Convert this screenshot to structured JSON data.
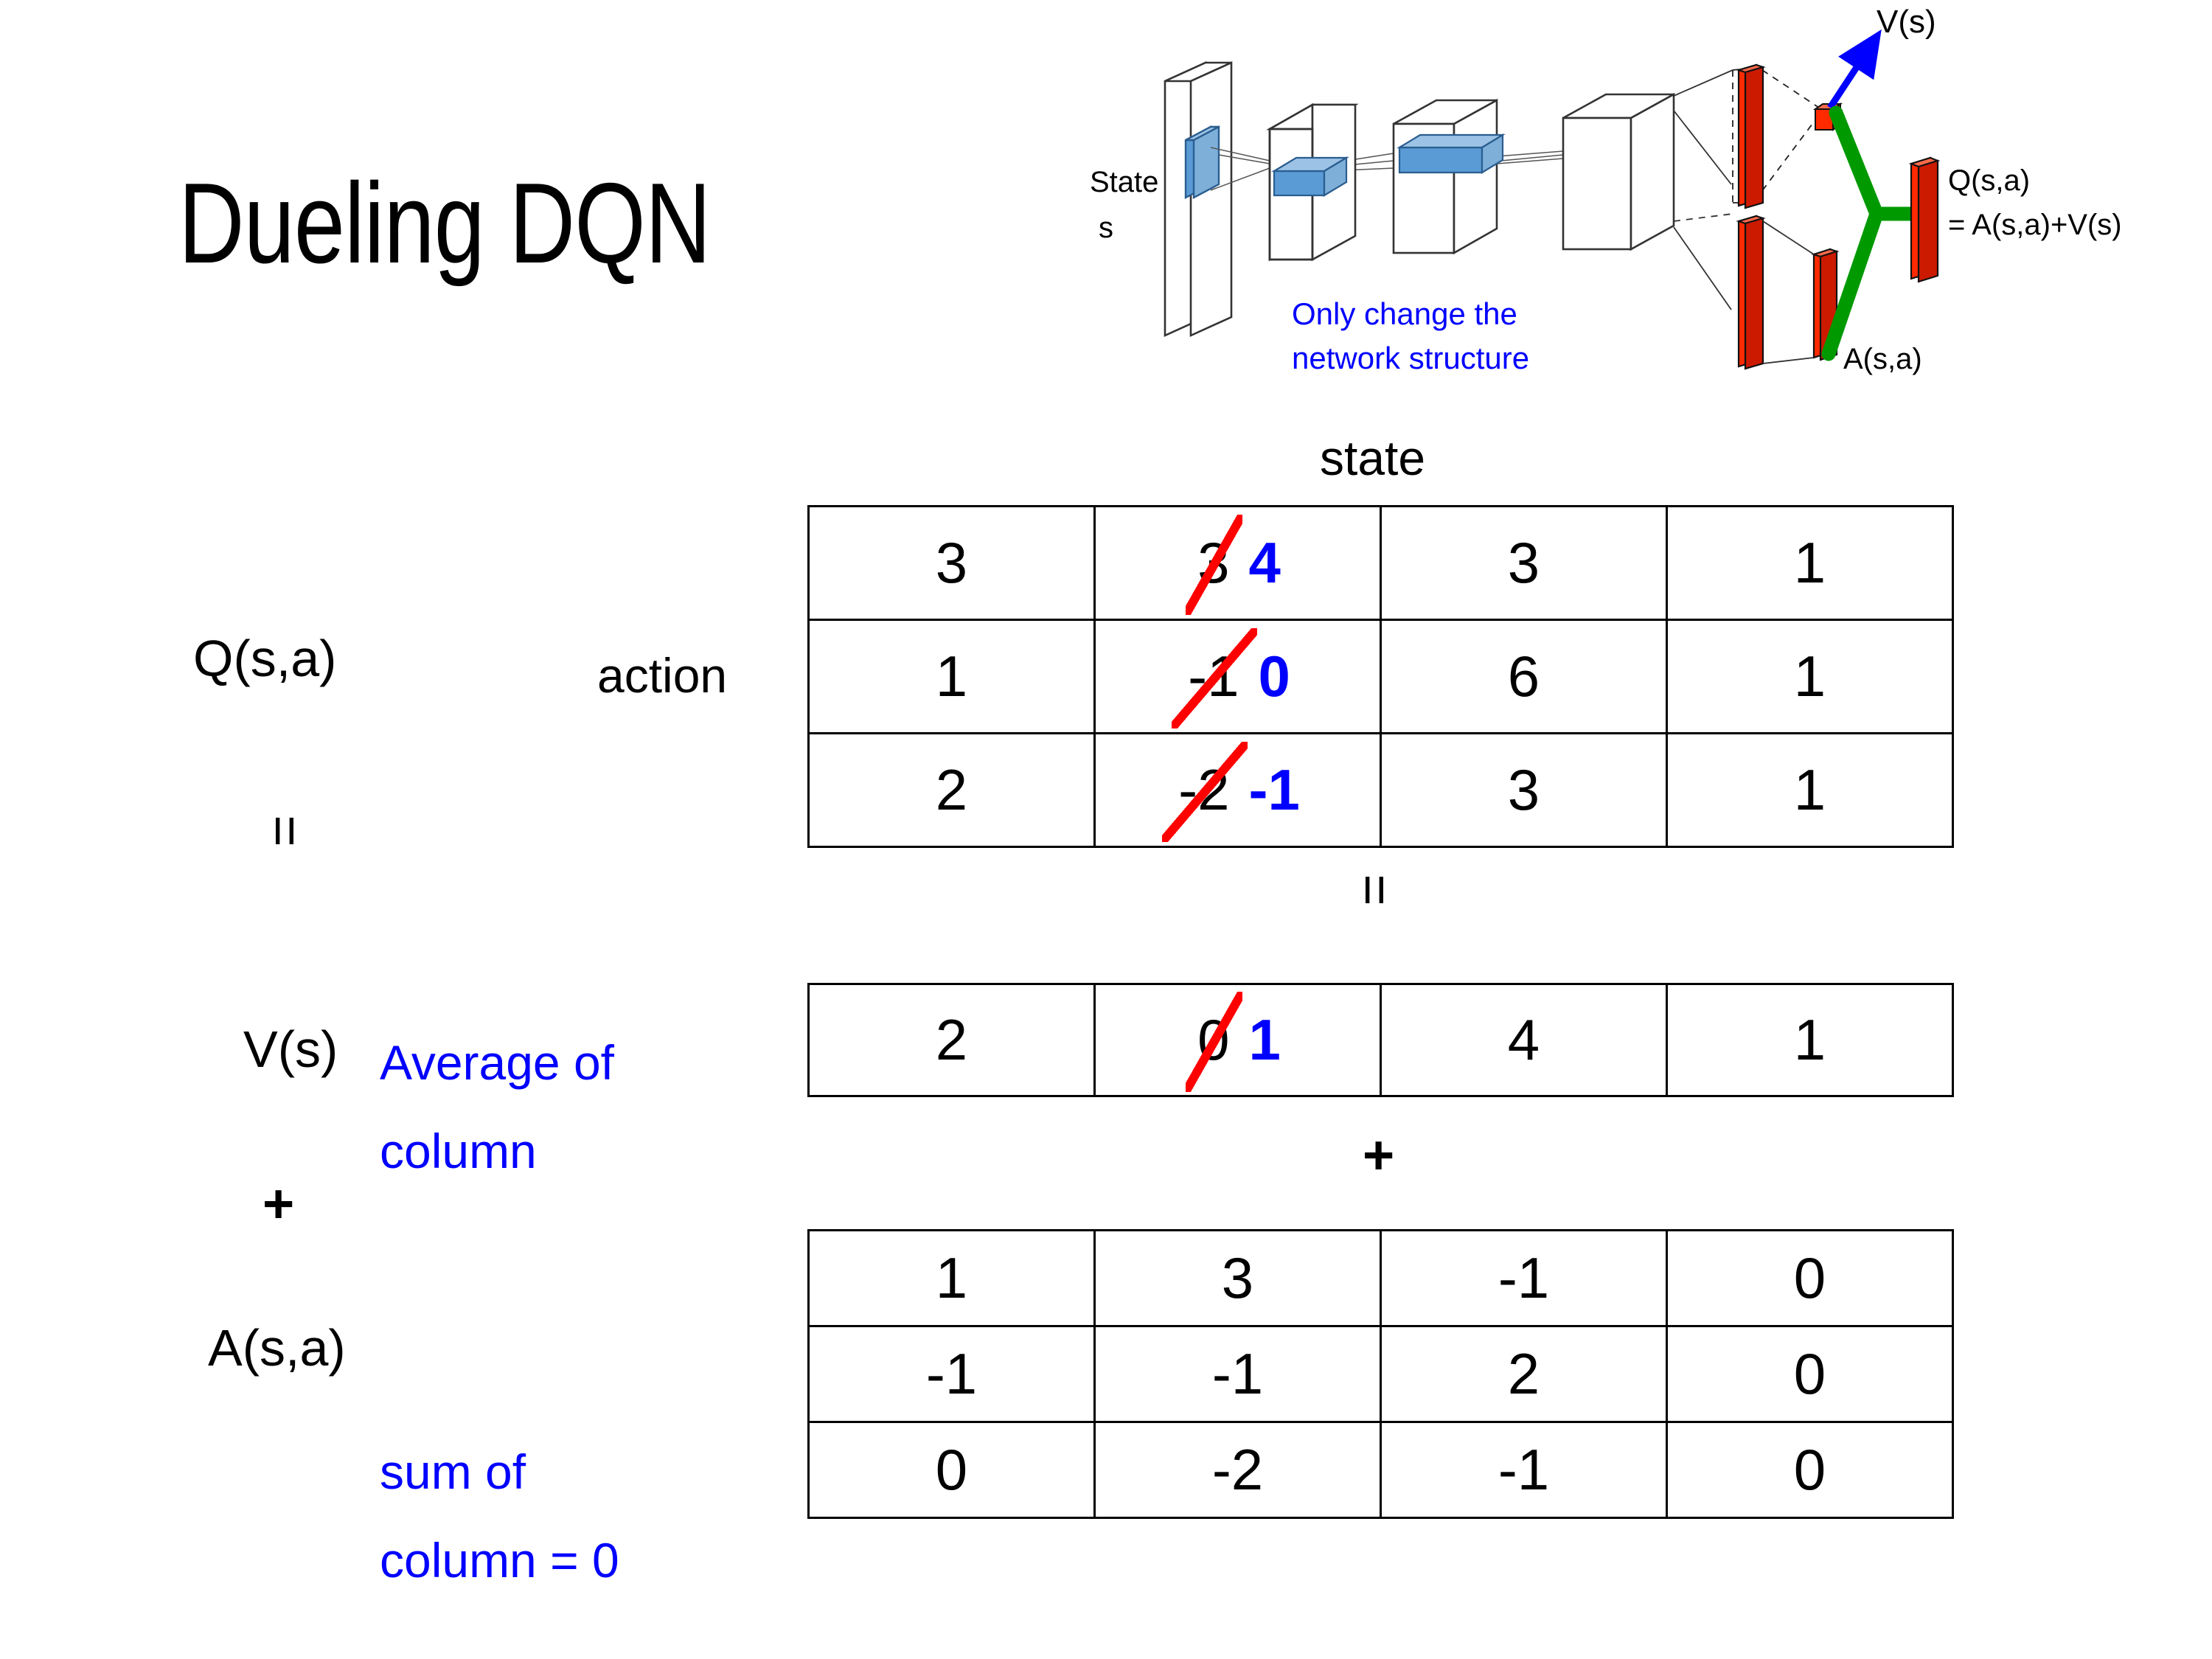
{
  "slide": {
    "title": "Dueling DQN"
  },
  "diagram": {
    "input_label_line1": "State",
    "input_label_line2": "s",
    "value_output_label": "V(s)",
    "advantage_output_label": "A(s,a)",
    "q_output_label_line1": "Q(s,a)",
    "q_output_label_line2": "= A(s,a)+V(s)",
    "note_line1": "Only change the",
    "note_line2": "network structure",
    "colors": {
      "note": "#0000ff",
      "value_arrow": "#0000ff",
      "merge_line": "#009900",
      "fc_bar": "#ff2a00",
      "conv_filter": "#5b9bd5"
    }
  },
  "labels": {
    "state_axis": "state",
    "action_axis": "action",
    "q_label": "Q(s,a)",
    "v_label": "V(s)",
    "a_label": "A(s,a)",
    "equals_top": "=",
    "equals_mid": "=",
    "plus_left": "+",
    "plus_mid": "+",
    "note_average_line1": "Average of",
    "note_average_line2": "column",
    "note_sum_line1": "sum of",
    "note_sum_line2": "column = 0",
    "annotation_color": "#0000ff",
    "strike_color": "#ff0000",
    "newvalue_color": "#0000ff"
  },
  "chart_data": {
    "type": "table",
    "title": "Dueling DQN value/advantage decomposition",
    "xlabel": "state",
    "ylabel": "action",
    "tables": [
      {
        "name": "Q(s,a)",
        "rows": 3,
        "cols": 4,
        "cells": [
          [
            {
              "value": "3"
            },
            {
              "value": "3",
              "struck": true,
              "new_value": "4"
            },
            {
              "value": "3"
            },
            {
              "value": "1"
            }
          ],
          [
            {
              "value": "1"
            },
            {
              "value": "-1",
              "struck": true,
              "new_value": "0"
            },
            {
              "value": "6"
            },
            {
              "value": "1"
            }
          ],
          [
            {
              "value": "2"
            },
            {
              "value": "-2",
              "struck": true,
              "new_value": "-1"
            },
            {
              "value": "3"
            },
            {
              "value": "1"
            }
          ]
        ]
      },
      {
        "name": "V(s)",
        "rows": 1,
        "cols": 4,
        "cells": [
          [
            {
              "value": "2"
            },
            {
              "value": "0",
              "struck": true,
              "new_value": "1"
            },
            {
              "value": "4"
            },
            {
              "value": "1"
            }
          ]
        ]
      },
      {
        "name": "A(s,a)",
        "rows": 3,
        "cols": 4,
        "cells": [
          [
            {
              "value": "1"
            },
            {
              "value": "3"
            },
            {
              "value": "-1"
            },
            {
              "value": "0"
            }
          ],
          [
            {
              "value": "-1"
            },
            {
              "value": "-1"
            },
            {
              "value": "2"
            },
            {
              "value": "0"
            }
          ],
          [
            {
              "value": "0"
            },
            {
              "value": "-2"
            },
            {
              "value": "-1"
            },
            {
              "value": "0"
            }
          ]
        ]
      }
    ]
  }
}
